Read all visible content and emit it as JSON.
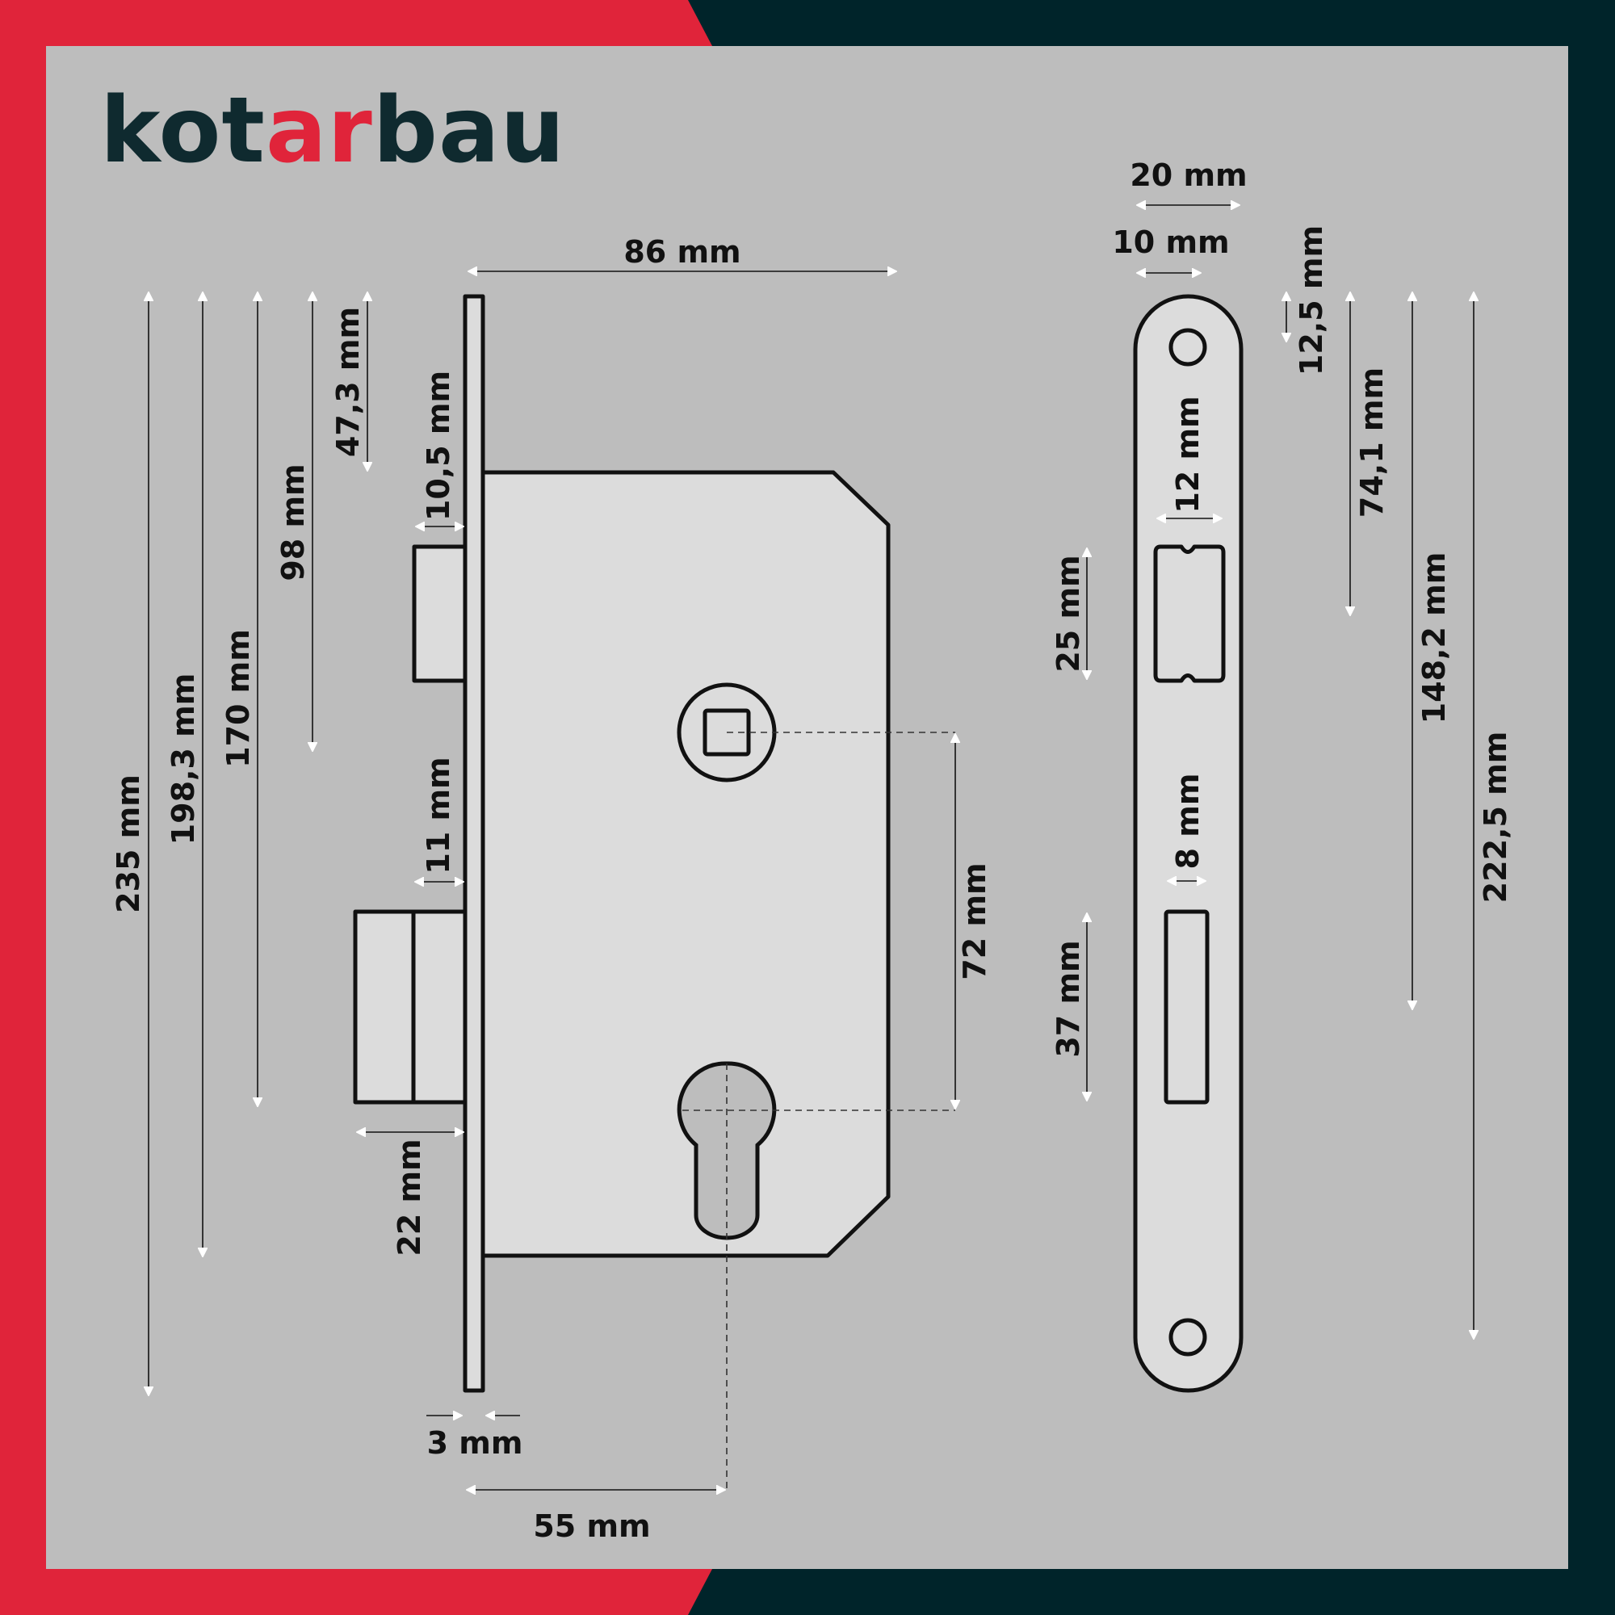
{
  "brand": {
    "name_part1": "kot",
    "name_part2": "ar",
    "name_part3": "bau",
    "dark_color": "#0f2a2f",
    "accent_color": "#e0243a"
  },
  "frame": {
    "red": "#e0243a",
    "dark": "#00242a",
    "panel": "#bdbdbd"
  },
  "lock_body": {
    "width_label": "86 mm",
    "faceplate_thickness_label": "3 mm",
    "backset_label": "55 mm",
    "center_distance_label": "72 mm",
    "latch_projection_label": "10,5 mm",
    "bolt_offset_label": "11 mm",
    "bolt_projection_label": "22 mm"
  },
  "faceplate_heights": {
    "total_label": "235 mm",
    "h198_label": "198,3 mm",
    "h170_label": "170 mm",
    "h98_label": "98 mm",
    "h47_label": "47,3 mm"
  },
  "strike_plate": {
    "width_label": "20 mm",
    "half_width_label": "10 mm",
    "latch_slot_width_label": "12 mm",
    "latch_slot_height_label": "25 mm",
    "bolt_slot_width_label": "8 mm",
    "bolt_slot_height_label": "37 mm",
    "h12_label": "12,5 mm",
    "h74_label": "74,1 mm",
    "h148_label": "148,2 mm",
    "h222_label": "222,5 mm"
  }
}
